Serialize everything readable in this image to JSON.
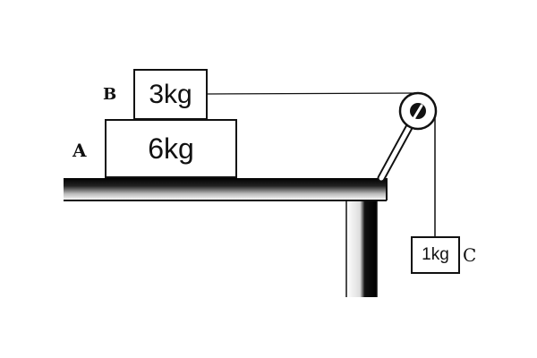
{
  "diagram": {
    "type": "physics-pulley-system",
    "blocks": [
      {
        "id": "A",
        "label": "A",
        "mass": "6kg"
      },
      {
        "id": "B",
        "label": "B",
        "mass": "3kg"
      },
      {
        "id": "C",
        "label": "C",
        "mass": "1kg"
      }
    ],
    "elements": [
      "table",
      "pulley",
      "rope",
      "table-leg",
      "pulley-support-rod"
    ],
    "colors": {
      "ink": "#111111",
      "background": "#ffffff"
    }
  }
}
